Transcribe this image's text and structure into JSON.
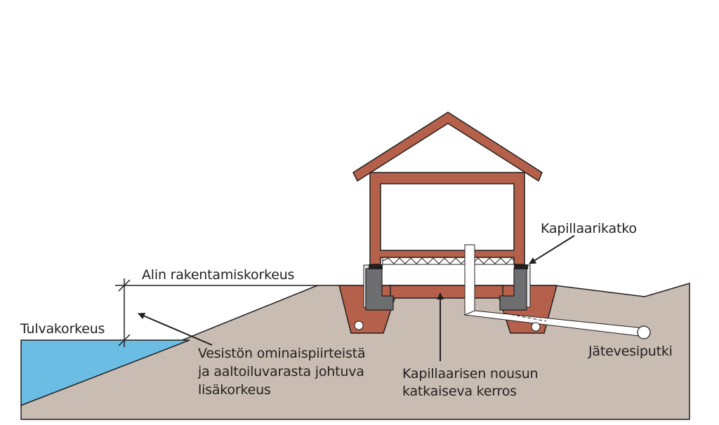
{
  "colors": {
    "ground": "#c9bcb2",
    "water": "#6bbde3",
    "brick": "#b5604a",
    "outline": "#231f20",
    "concrete": "#6d6e70",
    "insulation": "#e6e7e8"
  },
  "labels": {
    "flood_level": "Tulvakorkeus",
    "min_building_level": "Alin rakentamiskorkeus",
    "extra_height": [
      "Vesistön ominaispiirteistä",
      "ja aaltoiluvarasta johtuva",
      "lisäkorkeus"
    ],
    "capillary_break": "Kapillaarikatko",
    "capillary_layer": [
      "Kapillaarisen nousun",
      "katkaiseva kerros"
    ],
    "sewer_pipe": "Jätevesiputki"
  }
}
